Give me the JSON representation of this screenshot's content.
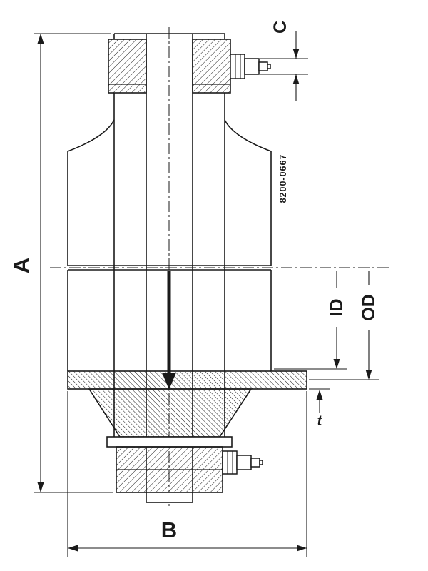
{
  "drawing": {
    "type": "engineering-section-drawing",
    "subject": "orifice flange assembly cross-section",
    "labels": {
      "dim_a": "A",
      "dim_b": "B",
      "dim_c": "C",
      "dim_id": "ID",
      "dim_od": "OD",
      "dim_t": "t",
      "part_number": "8200-0667"
    },
    "colors": {
      "line": "#1a1a1a",
      "background": "#ffffff"
    }
  }
}
